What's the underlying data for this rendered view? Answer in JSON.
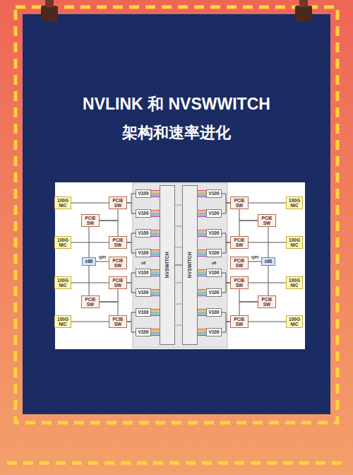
{
  "diagram": {
    "title": "NVLINK 和 NVSWWITCH",
    "nodes": [
      {
        "text": [
          "100G NIC"
        ]
      },
      {
        "text": [
          "100G NIC"
        ]
      },
      {
        "text": [
          "100G NIC"
        ]
      },
      {
        "text": [
          "100G NIC"
        ]
      },
      {
        "text": [
          "PCIE SW"
        ]
      },
      {
        "text": [
          "PCIE SW"
        ]
      },
      {
        "text": [
          "PCIE SW"
        ]
      },
      {
        "text": [
          "PCIE SW"
        ]
      },
      {
        "text": [
          "PCIE SW"
        ]
      },
      {
        "text": [
          "PCIE SW"
        ]
      },
      {
        "text": [
          "PCIE SW"
        ]
      },
      {
        "text": [
          "x86"
        ]
      },
      {
        "text": [
          "V100"
        ]
      },
      {
        "text": [
          "V100"
        ]
      },
      {
        "text": [
          "V100"
        ]
      },
      {
        "text": [
          "V100"
        ]
      },
      {
        "text": [
          "V100"
        ]
      },
      {
        "text": [
          "V100"
        ]
      },
      {
        "text": [
          "V100"
        ]
      },
      {
        "text": [
          "V100"
        ]
      },
      {
        "text": [
          "NVSWITCH"
        ]
      },
      {
        "text": [
          "NVSWITCH"
        ]
      },
      {
        "text": [
          "V100"
        ]
      },
      {
        "text": [
          "V100"
        ]
      },
      {
        "text": [
          "V100"
        ]
      },
      {
        "text": [
          "V100"
        ]
      },
      {
        "text": [
          "V100"
        ]
      },
      {
        "text": [
          "V100"
        ]
      },
      {
        "text": [
          "V100"
        ]
      },
      {
        "text": [
          "V100"
        ]
      },
      {
        "text": [
          "x86"
        ]
      },
      {
        "text": [
          "PCIE SW"
        ]
      },
      {
        "text": [
          "PCIE SW"
        ]
      },
      {
        "text": [
          "PCIE SW"
        ]
      },
      {
        "text": [
          "PCIE SW"
        ]
      },
      {
        "text": [
          "PCIE SW"
        ]
      },
      {
        "text": [
          "PCIE SW"
        ]
      },
      {
        "text": [
          "PCIE SW"
        ]
      },
      {
        "text": [
          "100G NIC"
        ]
      },
      {
        "text": [
          "100G NIC"
        ]
      },
      {
        "text": [
          "100G NIC"
        ]
      },
      {
        "text": [
          "100G NIC"
        ]
      }
    ],
    "edges": [
      {
        "from": 0,
        "to": 4,
        "arrow": "none"
      },
      {
        "from": 1,
        "to": 5,
        "arrow": "none"
      },
      {
        "from": 2,
        "to": 7,
        "arrow": "none"
      },
      {
        "from": 3,
        "to": 8,
        "arrow": "none"
      },
      {
        "from": 9,
        "to": 4,
        "arrow": "none"
      },
      {
        "from": 9,
        "to": 5,
        "arrow": "none"
      },
      {
        "from": 10,
        "to": 7,
        "arrow": "none"
      },
      {
        "from": 10,
        "to": 8,
        "arrow": "none"
      },
      {
        "from": 11,
        "to": 9,
        "arrow": "none"
      },
      {
        "from": 11,
        "to": 10,
        "arrow": "none"
      },
      {
        "from": 11,
        "to": 6,
        "label": "QPI",
        "arrow": "none"
      },
      {
        "from": 4,
        "to": 12,
        "arrow": "none"
      },
      {
        "from": 4,
        "to": 13,
        "arrow": "none"
      },
      {
        "from": 5,
        "to": 14,
        "arrow": "none"
      },
      {
        "from": 5,
        "to": 15,
        "arrow": "none"
      },
      {
        "from": 7,
        "to": 16,
        "arrow": "none"
      },
      {
        "from": 7,
        "to": 17,
        "arrow": "none"
      },
      {
        "from": 8,
        "to": 18,
        "arrow": "none"
      },
      {
        "from": 8,
        "to": 19,
        "arrow": "none"
      },
      {
        "from": 12,
        "to": 20,
        "arrow": "none"
      },
      {
        "from": 13,
        "to": 20,
        "arrow": "none"
      },
      {
        "from": 14,
        "to": 20,
        "arrow": "none"
      },
      {
        "from": 15,
        "to": 20,
        "arrow": "none"
      },
      {
        "from": 16,
        "to": 20,
        "arrow": "none"
      },
      {
        "from": 17,
        "to": 20,
        "arrow": "none"
      },
      {
        "from": 18,
        "to": 20,
        "arrow": "none"
      },
      {
        "from": 19,
        "to": 20,
        "arrow": "none"
      },
      {
        "from": 20,
        "to": 21,
        "arrow": "none"
      },
      {
        "from": 22,
        "to": 21,
        "arrow": "none"
      },
      {
        "from": 23,
        "to": 21,
        "arrow": "none"
      },
      {
        "from": 24,
        "to": 21,
        "arrow": "none"
      },
      {
        "from": 25,
        "to": 21,
        "arrow": "none"
      },
      {
        "from": 26,
        "to": 21,
        "arrow": "none"
      },
      {
        "from": 27,
        "to": 21,
        "arrow": "none"
      },
      {
        "from": 28,
        "to": 21,
        "arrow": "none"
      },
      {
        "from": 29,
        "to": 21,
        "arrow": "none"
      },
      {
        "from": 33,
        "to": 22,
        "arrow": "none"
      },
      {
        "from": 33,
        "to": 23,
        "arrow": "none"
      },
      {
        "from": 34,
        "to": 24,
        "arrow": "none"
      },
      {
        "from": 34,
        "to": 25,
        "arrow": "none"
      },
      {
        "from": 36,
        "to": 26,
        "arrow": "none"
      },
      {
        "from": 36,
        "to": 27,
        "arrow": "none"
      },
      {
        "from": 37,
        "to": 28,
        "arrow": "none"
      },
      {
        "from": 37,
        "to": 29,
        "arrow": "none"
      },
      {
        "from": 30,
        "to": 35,
        "label": "QPI",
        "arrow": "none"
      },
      {
        "from": 30,
        "to": 31,
        "arrow": "none"
      },
      {
        "from": 30,
        "to": 32,
        "arrow": "none"
      },
      {
        "from": 31,
        "to": 33,
        "arrow": "none"
      },
      {
        "from": 31,
        "to": 34,
        "arrow": "none"
      },
      {
        "from": 32,
        "to": 36,
        "arrow": "none"
      },
      {
        "from": 32,
        "to": 37,
        "arrow": "none"
      },
      {
        "from": 38,
        "to": 33,
        "arrow": "none"
      },
      {
        "from": 39,
        "to": 34,
        "arrow": "none"
      },
      {
        "from": 40,
        "to": 36,
        "arrow": "none"
      },
      {
        "from": 41,
        "to": 37,
        "arrow": "none"
      }
    ],
    "labels": [
      "架构和速率进化",
      "x6",
      "x6"
    ]
  }
}
